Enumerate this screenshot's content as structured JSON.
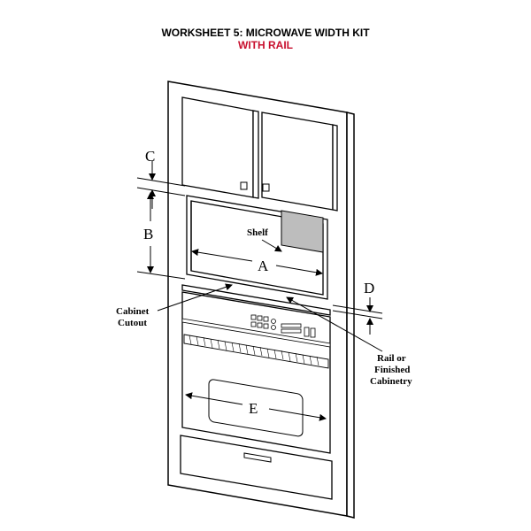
{
  "title": "WORKSHEET 5: MICROWAVE WIDTH KIT",
  "subtitle": "WITH RAIL",
  "labels": {
    "A": "A",
    "B": "B",
    "C": "C",
    "D": "D",
    "E": "E",
    "shelf": "Shelf",
    "cabinet_cutout_line1": "Cabinet",
    "cabinet_cutout_line2": "Cutout",
    "rail_line1": "Rail or",
    "rail_line2": "Finished",
    "rail_line3": "Cabinetry"
  },
  "colors": {
    "subtitle": "#c8102e",
    "shelf_shade": "#bdbdbd"
  }
}
